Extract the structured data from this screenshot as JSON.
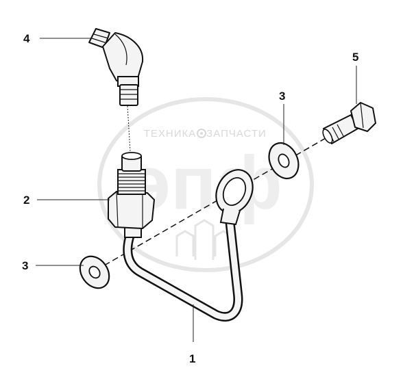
{
  "watermark": {
    "big_text": "эпф",
    "left_word": "ТЕХНИКА",
    "right_word": "ЗАПЧАСТИ"
  },
  "callouts": [
    {
      "id": "1",
      "label": "1"
    },
    {
      "id": "2",
      "label": "2"
    },
    {
      "id": "3a",
      "label": "3"
    },
    {
      "id": "3b",
      "label": "3"
    },
    {
      "id": "4",
      "label": "4"
    },
    {
      "id": "5",
      "label": "5"
    }
  ]
}
